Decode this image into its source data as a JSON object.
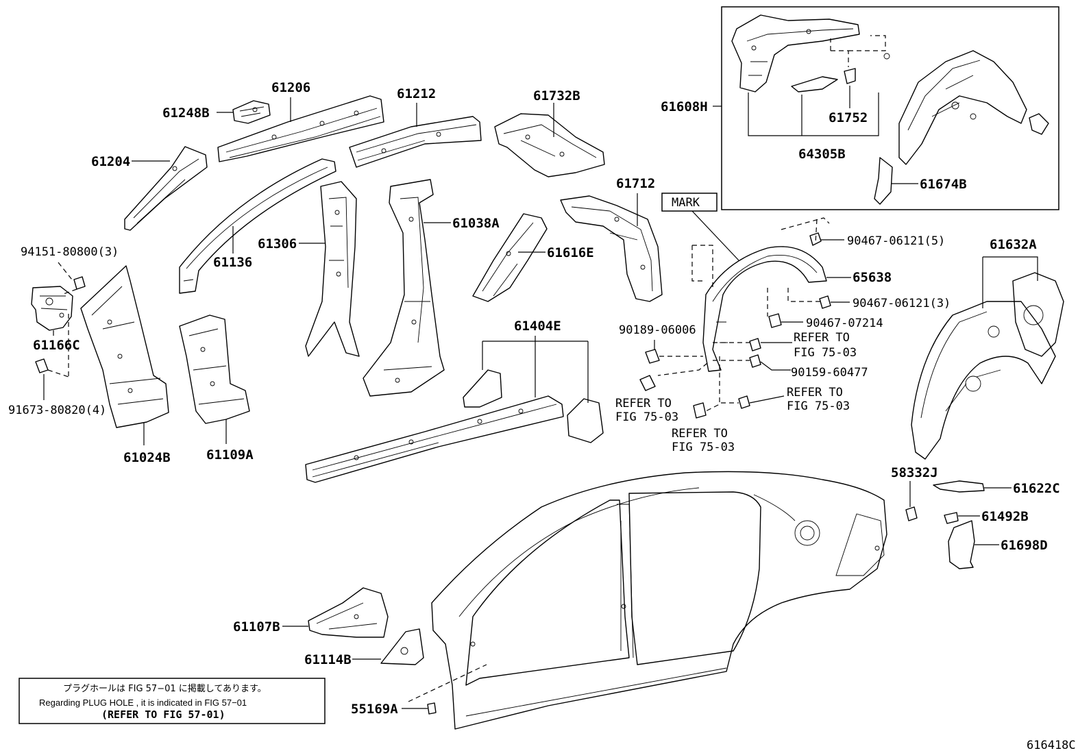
{
  "labels": {
    "p61206": "61206",
    "p61248B": "61248B",
    "p61204": "61204",
    "p61212": "61212",
    "p61732B": "61732B",
    "p61608H": "61608H",
    "p61752": "61752",
    "p64305B": "64305B",
    "p61674B": "61674B",
    "p61712": "61712",
    "mark": "MARK",
    "p61136": "61136",
    "p61306": "61306",
    "p61038A": "61038A",
    "p61616E": "61616E",
    "p9415180800": "94151-80800(3)",
    "p61166C": "61166C",
    "p9167380820": "91673-80820(4)",
    "p61024B": "61024B",
    "p61109A": "61109A",
    "p61404E": "61404E",
    "p9046706121_5": "90467-06121(5)",
    "p65638": "65638",
    "p9046706121_3": "90467-06121(3)",
    "p9046707214": "90467-07214",
    "p9018906006": "90189-06006",
    "refer1a": "REFER TO",
    "refer1b": "FIG 75-03",
    "p9015960477": "90159-60477",
    "refer2a": "REFER TO",
    "refer2b": "FIG 75-03",
    "refer3a": "REFER TO",
    "refer3b": "FIG 75-03",
    "refer4a": "REFER TO",
    "refer4b": "FIG 75-03",
    "p61632A": "61632A",
    "p58332J": "58332J",
    "p61622C": "61622C",
    "p61492B": "61492B",
    "p61698D": "61698D",
    "p61107B": "61107B",
    "p61114B": "61114B",
    "p55169A": "55169A",
    "figure_id": "616418C"
  },
  "note": {
    "jp": "プラグホールは FIG 57−01 に掲載してあります。",
    "en": "Regarding  PLUG  HOLE , it is indicated in  FIG  57−01",
    "ref": "(REFER TO FIG 57-01)"
  }
}
